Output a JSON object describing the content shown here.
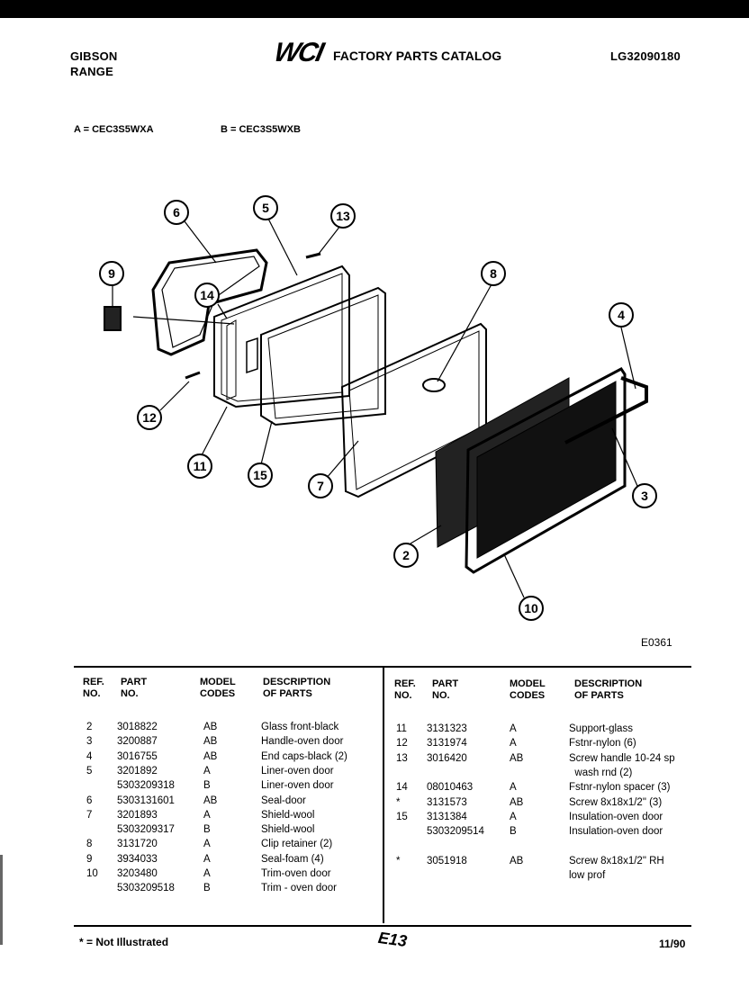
{
  "header": {
    "brand_line1": "GIBSON",
    "brand_line2": "RANGE",
    "logo": "WCI",
    "catalog_title": "FACTORY PARTS CATALOG",
    "catalog_number": "LG32090180"
  },
  "models": {
    "a": "A = CEC3S5WXA",
    "b": "B = CEC3S5WXB"
  },
  "diagram": {
    "code": "E0361",
    "callouts": [
      "6",
      "5",
      "13",
      "9",
      "14",
      "8",
      "4",
      "12",
      "11",
      "15",
      "7",
      "3",
      "2",
      "10"
    ]
  },
  "table": {
    "headers": {
      "ref": "REF.\nNO.",
      "part": "PART\nNO.",
      "model": "MODEL\nCODES",
      "desc": "DESCRIPTION\nOF PARTS"
    },
    "left_rows": [
      {
        "ref": "2",
        "part": "3018822",
        "model": "AB",
        "desc": "Glass front-black"
      },
      {
        "ref": "3",
        "part": "3200887",
        "model": "AB",
        "desc": "Handle-oven door"
      },
      {
        "ref": "4",
        "part": "3016755",
        "model": "AB",
        "desc": "End caps-black (2)"
      },
      {
        "ref": "5",
        "part": "3201892",
        "model": "A",
        "desc": "Liner-oven door"
      },
      {
        "ref": "",
        "part": "5303209318",
        "model": "B",
        "desc": "Liner-oven door"
      },
      {
        "ref": "6",
        "part": "5303131601",
        "model": "AB",
        "desc": "Seal-door"
      },
      {
        "ref": "7",
        "part": "3201893",
        "model": "A",
        "desc": "Shield-wool"
      },
      {
        "ref": "",
        "part": "5303209317",
        "model": "B",
        "desc": "Shield-wool"
      },
      {
        "ref": "8",
        "part": "3131720",
        "model": "A",
        "desc": "Clip retainer (2)"
      },
      {
        "ref": "9",
        "part": "3934033",
        "model": "A",
        "desc": "Seal-foam (4)"
      },
      {
        "ref": "10",
        "part": "3203480",
        "model": "A",
        "desc": "Trim-oven door"
      },
      {
        "ref": "",
        "part": "5303209518",
        "model": "B",
        "desc": "Trim - oven door"
      }
    ],
    "right_rows": [
      {
        "ref": "11",
        "part": "3131323",
        "model": "A",
        "desc": "Support-glass"
      },
      {
        "ref": "12",
        "part": "3131974",
        "model": "A",
        "desc": "Fstnr-nylon (6)"
      },
      {
        "ref": "13",
        "part": "3016420",
        "model": "AB",
        "desc": "Screw handle 10-24 sp"
      },
      {
        "ref": "",
        "part": "",
        "model": "",
        "desc": "  wash rnd (2)"
      },
      {
        "ref": "14",
        "part": "08010463",
        "model": "A",
        "desc": "Fstnr-nylon spacer (3)"
      },
      {
        "ref": "*",
        "part": "3131573",
        "model": "AB",
        "desc": "Screw 8x18x1/2\" (3)"
      },
      {
        "ref": "15",
        "part": "3131384",
        "model": "A",
        "desc": "Insulation-oven door"
      },
      {
        "ref": "",
        "part": "5303209514",
        "model": "B",
        "desc": "Insulation-oven door"
      },
      {
        "ref": "",
        "part": "",
        "model": "",
        "desc": ""
      },
      {
        "ref": "*",
        "part": "3051918",
        "model": "AB",
        "desc": "Screw 8x18x1/2\" RH"
      },
      {
        "ref": "",
        "part": "",
        "model": "",
        "desc": "low prof"
      }
    ]
  },
  "footer": {
    "note": "* = Not Illustrated",
    "page": "E13",
    "date": "11/90"
  }
}
